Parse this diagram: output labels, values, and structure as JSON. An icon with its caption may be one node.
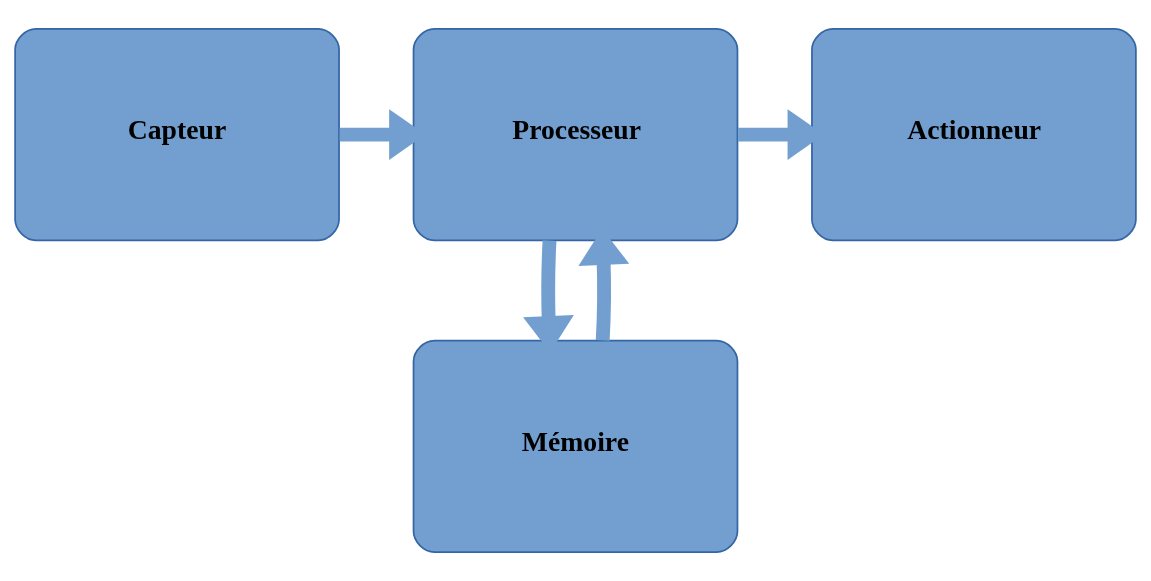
{
  "diagram": {
    "nodes": [
      {
        "text": [
          "Capteur"
        ]
      },
      {
        "text": [
          "Processeur"
        ]
      },
      {
        "text": [
          "Actionneur"
        ]
      },
      {
        "text": [
          "Mémoire"
        ]
      }
    ],
    "edges": [
      {
        "from": 0,
        "to": 1,
        "arrow": "to"
      },
      {
        "from": 1,
        "to": 2,
        "arrow": "to"
      },
      {
        "from": 1,
        "to": 3,
        "arrow": "to"
      },
      {
        "from": 3,
        "to": 1,
        "arrow": "to"
      }
    ]
  }
}
